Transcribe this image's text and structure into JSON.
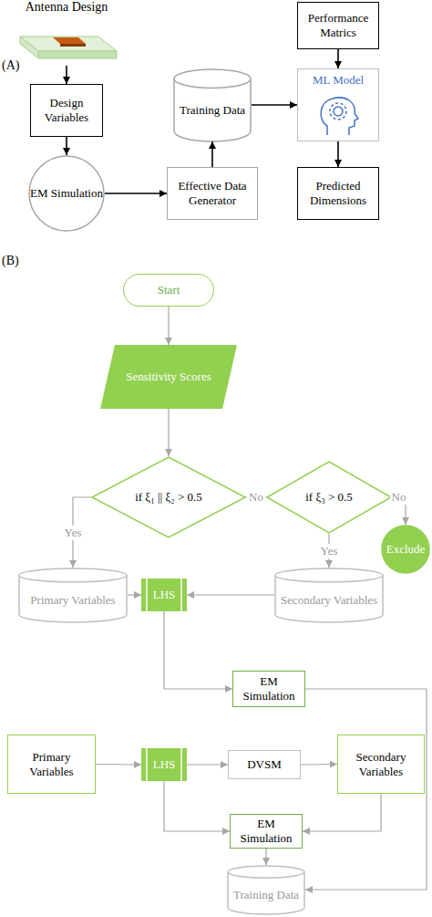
{
  "diagram": {
    "nodes": [
      {
        "text": [
          "Antenna Design"
        ]
      },
      {
        "text": [
          "Performance Matrics"
        ]
      },
      {
        "text": [
          "Design Variables"
        ]
      },
      {
        "text": [
          "Training Data"
        ]
      },
      {
        "text": [
          "ML Model"
        ]
      },
      {
        "text": [
          "EM Simulation"
        ]
      },
      {
        "text": [
          "Effective Data Generator"
        ]
      },
      {
        "text": [
          "Predicted Dimensions"
        ]
      },
      {
        "text": [
          "Start"
        ]
      },
      {
        "text": [
          "Sensitivity Scores"
        ]
      },
      {
        "text": [
          "if ξ₁ || ξ₂ > 0.5"
        ]
      },
      {
        "text": [
          "if ξ₃ > 0.5"
        ]
      },
      {
        "text": [
          "Exclude"
        ]
      },
      {
        "text": [
          "Primary Variables"
        ]
      },
      {
        "text": [
          "LHS"
        ]
      },
      {
        "text": [
          "Secondary Variables"
        ]
      },
      {
        "text": [
          "EM Simulation"
        ]
      },
      {
        "text": [
          "Primary Variables"
        ]
      },
      {
        "text": [
          "LHS"
        ]
      },
      {
        "text": [
          "DVSM"
        ]
      },
      {
        "text": [
          "Secondary Variables"
        ]
      },
      {
        "text": [
          "EM Simulation"
        ]
      },
      {
        "text": [
          "Training Data"
        ]
      }
    ],
    "edges": [
      {
        "from": 0,
        "to": 2,
        "arrow": "to"
      },
      {
        "from": 2,
        "to": 5,
        "arrow": "to"
      },
      {
        "from": 5,
        "to": 6,
        "arrow": "to"
      },
      {
        "from": 6,
        "to": 3,
        "arrow": "to"
      },
      {
        "from": 3,
        "to": 4,
        "arrow": "to"
      },
      {
        "from": 1,
        "to": 4,
        "arrow": "to"
      },
      {
        "from": 4,
        "to": 7,
        "arrow": "to"
      },
      {
        "from": 8,
        "to": 9,
        "arrow": "to"
      },
      {
        "from": 9,
        "to": 10,
        "arrow": "to"
      },
      {
        "from": 10,
        "to": 11,
        "label": "No",
        "arrow": "to"
      },
      {
        "from": 11,
        "to": 12,
        "label": "No",
        "arrow": "to"
      },
      {
        "from": 10,
        "to": 13,
        "label": "Yes",
        "arrow": "to"
      },
      {
        "from": 11,
        "to": 15,
        "label": "Yes",
        "arrow": "to"
      },
      {
        "from": 13,
        "to": 14,
        "arrow": "to"
      },
      {
        "from": 15,
        "to": 14,
        "arrow": "to"
      },
      {
        "from": 14,
        "to": 16,
        "arrow": "to"
      },
      {
        "from": 16,
        "to": 22,
        "arrow": "to"
      },
      {
        "from": 17,
        "to": 18,
        "arrow": "to"
      },
      {
        "from": 18,
        "to": 19,
        "arrow": "to"
      },
      {
        "from": 19,
        "to": 20,
        "arrow": "to"
      },
      {
        "from": 18,
        "to": 21,
        "arrow": "to"
      },
      {
        "from": 20,
        "to": 21,
        "arrow": "to"
      },
      {
        "from": 21,
        "to": 22,
        "arrow": "to"
      }
    ],
    "labels": [
      "(A)",
      "(B)"
    ]
  }
}
